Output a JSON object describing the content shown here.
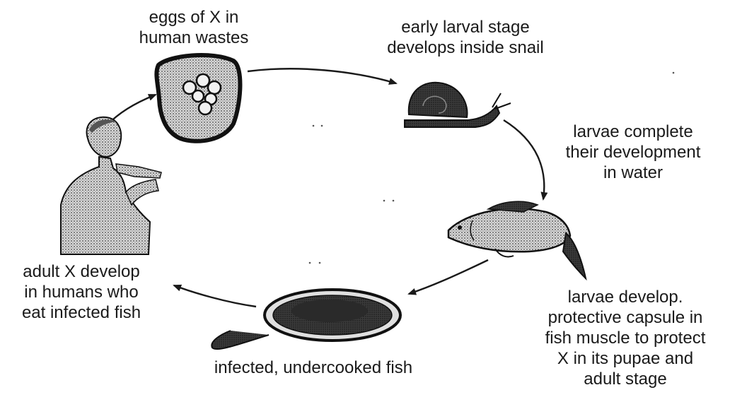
{
  "diagram": {
    "type": "life-cycle",
    "stages": [
      {
        "id": "eggs",
        "lines": [
          "eggs of X in",
          "human wastes"
        ]
      },
      {
        "id": "snail",
        "lines": [
          "early larval stage",
          "develops inside snail"
        ]
      },
      {
        "id": "water",
        "lines": [
          "larvae complete",
          "their development",
          "in water"
        ]
      },
      {
        "id": "capsule",
        "lines": [
          "larvae develop.",
          "protective capsule in",
          "fish muscle to protect",
          "X in its pupae and",
          "adult stage"
        ]
      },
      {
        "id": "fish-pan",
        "lines": [
          "infected, undercooked fish"
        ]
      },
      {
        "id": "adult",
        "lines": [
          "adult X develop",
          "in humans who",
          "eat infected fish"
        ]
      }
    ],
    "icons": [
      "eggs-in-waste-icon",
      "snail-icon",
      "fish-icon",
      "frying-pan-icon",
      "man-eating-icon"
    ],
    "colors": {
      "ink": "#1a1a1a",
      "background": "#ffffff"
    }
  }
}
